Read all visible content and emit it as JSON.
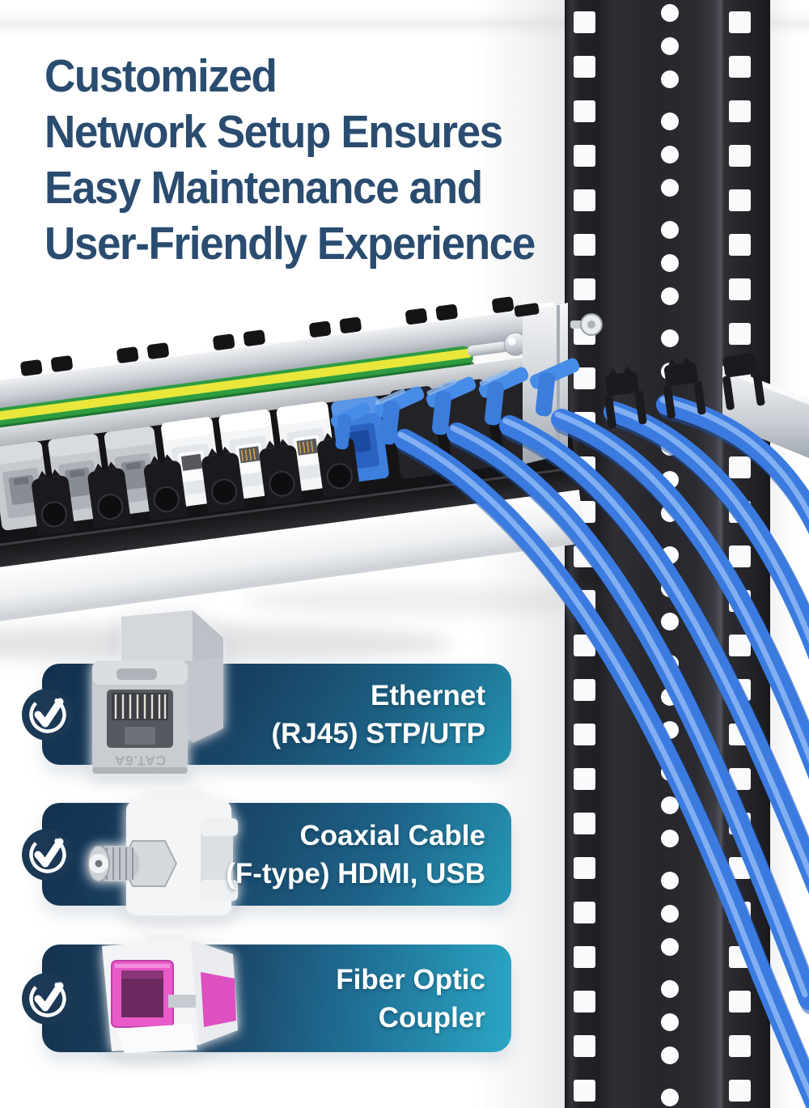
{
  "headline": {
    "lines": [
      "Customized",
      "Network Setup Ensures",
      "Easy Maintenance and",
      "User-Friendly Experience"
    ]
  },
  "features": [
    {
      "id": "ethernet-rj45",
      "label": [
        "Ethernet",
        "(RJ45) STP/UTP"
      ],
      "icon": "check-circle-icon",
      "product_icon": "rj45-keystone-jack",
      "product_marking": "CAT.6A"
    },
    {
      "id": "coaxial-f-type",
      "label": [
        "Coaxial Cable",
        "(F-type) HDMI, USB"
      ],
      "icon": "check-circle-icon",
      "product_icon": "coax-f-type-keystone"
    },
    {
      "id": "fiber-optic-coupler",
      "label": [
        "Fiber Optic",
        "Coupler"
      ],
      "icon": "check-circle-icon",
      "product_icon": "fiber-optic-coupler-keystone"
    }
  ],
  "theme": {
    "headline_color": "#2A4C70",
    "banner_gradient_start": "#14304D",
    "banner_gradient_mid": "#1C4E72",
    "banner_gradient_end": "#2BA4C1",
    "badge_color": "#1B3854",
    "label_color": "#FFFFFF",
    "cable_blue": "#3B7BE0",
    "ground_wire_green": "#2E9C42",
    "ground_wire_yellow": "#E8E73A",
    "rack_rail_color": "#26262B",
    "panel_metal_color": "#D7DADD",
    "keystone_gray": "#C6CACF",
    "keystone_white": "#F3F4F6",
    "fiber_pink": "#E958C8"
  }
}
